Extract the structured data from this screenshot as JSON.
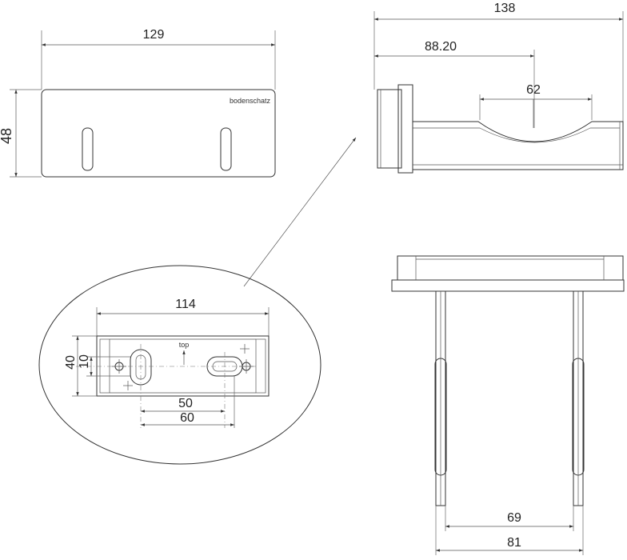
{
  "front_view": {
    "width_label": "129",
    "height_label": "48",
    "brand_text": "bodenschatz"
  },
  "side_view": {
    "total_label": "138",
    "projection_label": "88.20",
    "cutout_label": "62"
  },
  "back_plate": {
    "width_label": "114",
    "dim_40": "40",
    "dim_10": "10",
    "dim_50": "50",
    "dim_60": "60",
    "top_marker": "top"
  },
  "top_view": {
    "inner_label": "69",
    "outer_label": "81"
  }
}
